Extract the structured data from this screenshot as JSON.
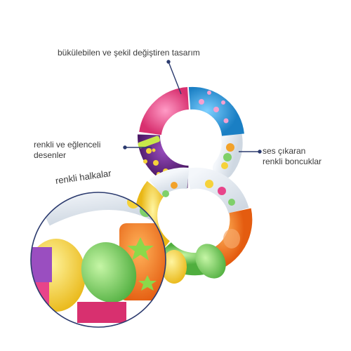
{
  "labels": {
    "design": "bükülebilen ve şekil değiştiren tasarım",
    "patterns_line1": "renkli ve eğlenceli",
    "patterns_line2": "desenler",
    "beads_line1": "ses çıkaran",
    "beads_line2": "renkli boncuklar",
    "rings": "renkli halkalar"
  },
  "colors": {
    "pink": "#e8448a",
    "blue": "#2d9ad8",
    "purple": "#6a2a8a",
    "yellow": "#f6d23a",
    "green": "#7fd06a",
    "orange": "#f27a1a",
    "leader": "#2b3a6e"
  }
}
